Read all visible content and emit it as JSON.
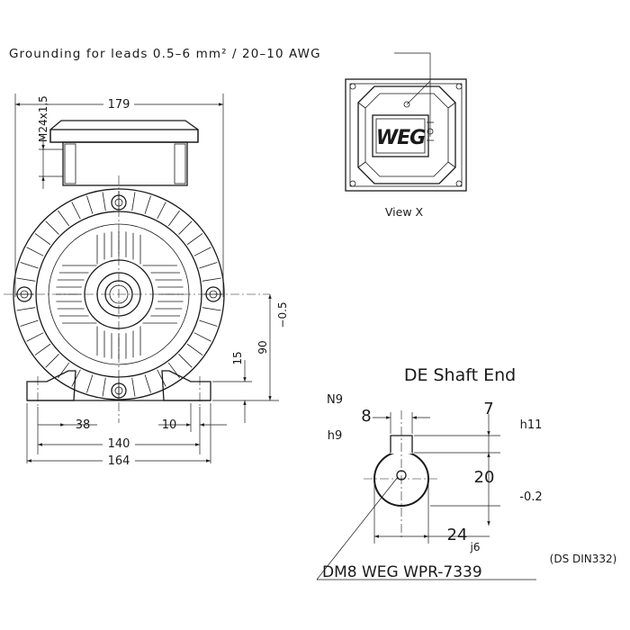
{
  "front_view": {
    "grounding_note": "Grounding for leads 0.5–6 mm² / 20–10 AWG",
    "thread_label": "M24x1,5",
    "width_179": "179",
    "dim_38": "38",
    "dim_10": "10",
    "dim_140": "140",
    "dim_164": "164",
    "dim_15": "15",
    "dim_90": "90",
    "dim_tol": "−0.5"
  },
  "view_x": {
    "label": "View X",
    "logo_text": "WEG"
  },
  "shaft_end": {
    "title": "DE Shaft End",
    "key_tol_n9": "N9",
    "key_tol_h9": "h9",
    "key_width": "8",
    "key_depth": "7",
    "key_depth_tol": "h11",
    "shaft_height": "20",
    "shaft_height_tol": "-0.2",
    "shaft_dia": "24",
    "shaft_dia_tol": "j6",
    "center_hole": "DM8 WEG WPR-7339",
    "center_hole_std": "(DS DIN332)"
  }
}
